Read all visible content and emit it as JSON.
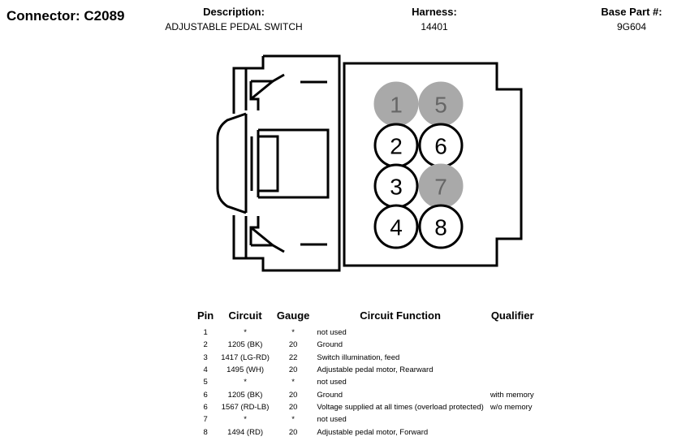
{
  "header": {
    "connector": "Connector: C2089",
    "description_label": "Description:",
    "description_value": "ADJUSTABLE PEDAL SWITCH",
    "harness_label": "Harness:",
    "harness_value": "14401",
    "base_part_label": "Base Part #:",
    "base_part_value": "9G604"
  },
  "connector_pins": [
    {
      "number": "1",
      "used": false
    },
    {
      "number": "2",
      "used": true
    },
    {
      "number": "3",
      "used": true
    },
    {
      "number": "4",
      "used": true
    },
    {
      "number": "5",
      "used": false
    },
    {
      "number": "6",
      "used": true
    },
    {
      "number": "7",
      "used": false
    },
    {
      "number": "8",
      "used": true
    }
  ],
  "table": {
    "headers": {
      "pin": "Pin",
      "circuit": "Circuit",
      "gauge": "Gauge",
      "function": "Circuit Function",
      "qualifier": "Qualifier"
    },
    "rows": [
      {
        "pin": "1",
        "circuit": "*",
        "gauge": "*",
        "function": "not used",
        "qualifier": ""
      },
      {
        "pin": "2",
        "circuit": "1205 (BK)",
        "gauge": "20",
        "function": "Ground",
        "qualifier": ""
      },
      {
        "pin": "3",
        "circuit": "1417 (LG-RD)",
        "gauge": "22",
        "function": "Switch illumination, feed",
        "qualifier": ""
      },
      {
        "pin": "4",
        "circuit": "1495 (WH)",
        "gauge": "20",
        "function": "Adjustable pedal motor, Rearward",
        "qualifier": ""
      },
      {
        "pin": "5",
        "circuit": "*",
        "gauge": "*",
        "function": "not used",
        "qualifier": ""
      },
      {
        "pin": "6",
        "circuit": "1205 (BK)",
        "gauge": "20",
        "function": "Ground",
        "qualifier": "with memory"
      },
      {
        "pin": "6",
        "circuit": "1567 (RD-LB)",
        "gauge": "20",
        "function": "Voltage supplied at all times (overload protected)",
        "qualifier": "w/o memory"
      },
      {
        "pin": "7",
        "circuit": "*",
        "gauge": "*",
        "function": "not used",
        "qualifier": ""
      },
      {
        "pin": "8",
        "circuit": "1494 (RD)",
        "gauge": "20",
        "function": "Adjustable pedal motor, Forward",
        "qualifier": ""
      }
    ]
  }
}
